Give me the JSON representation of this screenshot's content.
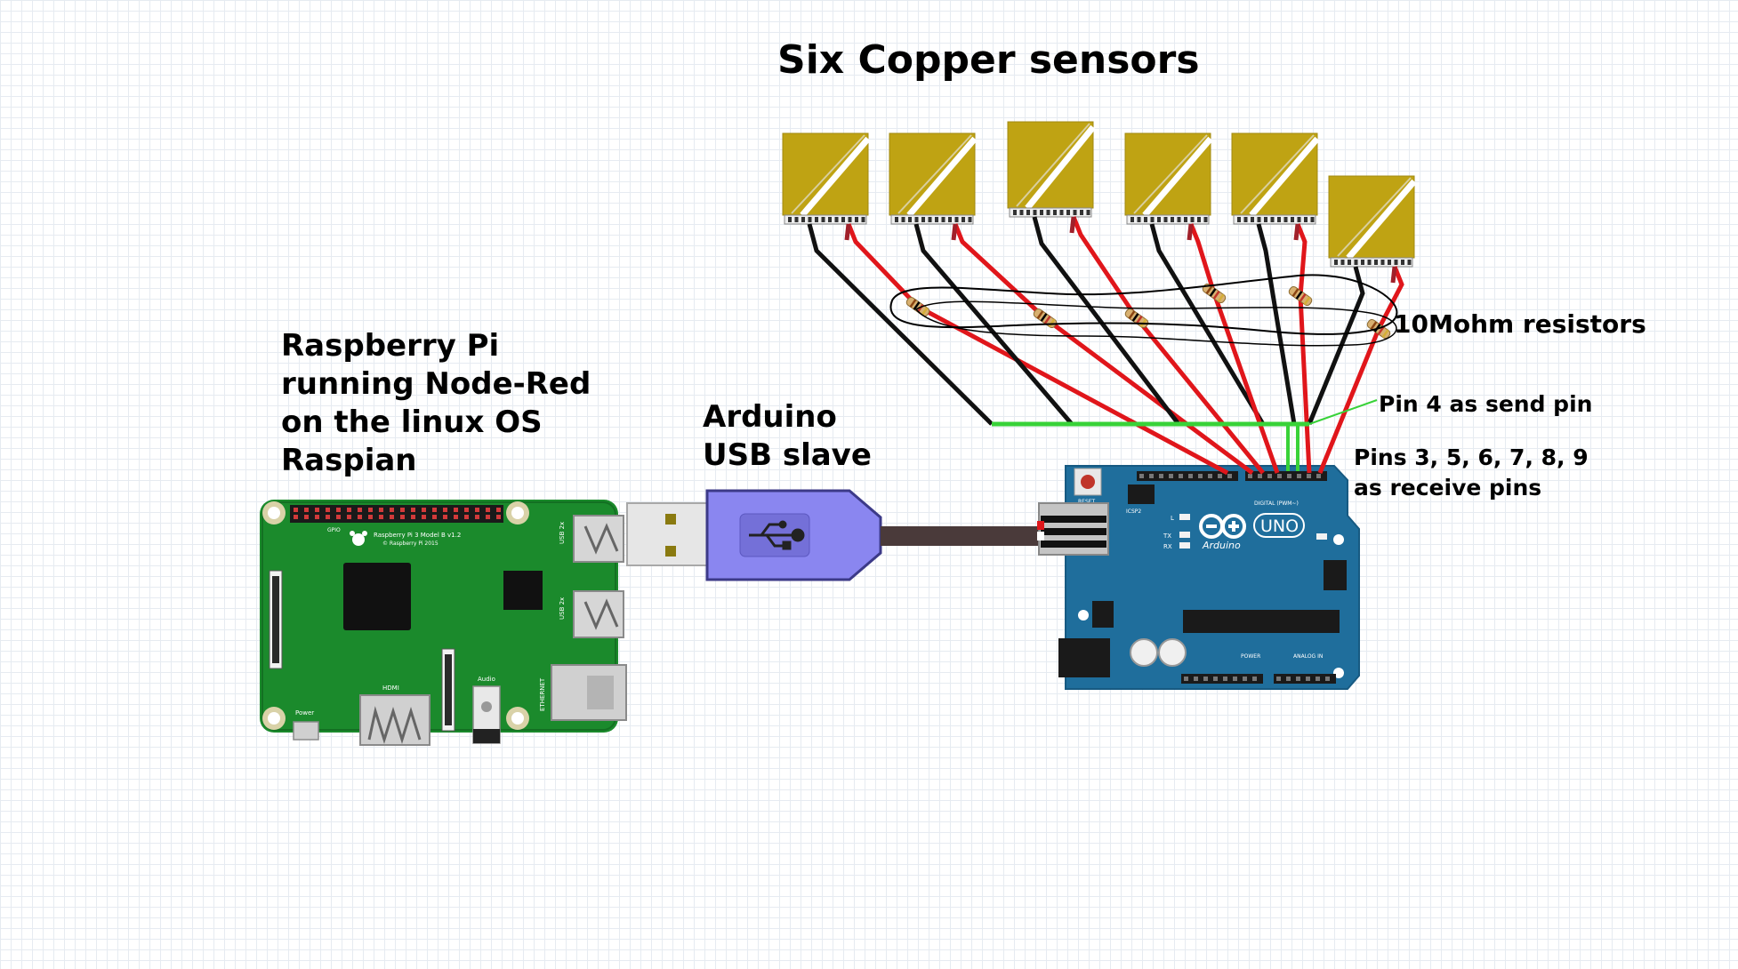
{
  "labels": {
    "title": "Six Copper sensors",
    "rpi_line1": "Raspberry Pi",
    "rpi_line2": "running Node-Red",
    "rpi_line3": "on the linux OS",
    "rpi_line4": "Raspian",
    "usb_line1": "Arduino",
    "usb_line2": "USB slave",
    "resistors": "10Mohm resistors",
    "send_pin": "Pin 4 as send pin",
    "receive_line1": "Pins 3, 5, 6, 7, 8, 9",
    "receive_line2": "as receive pins"
  },
  "board_text": {
    "rpi_model": "Raspberry Pi 3 Model B v1.2",
    "rpi_copyright": "© Raspberry Pi 2015",
    "hdmi": "HDMI",
    "power": "Power",
    "audio": "Audio",
    "ethernet": "ETHERNET",
    "usb_port": "USB 2x",
    "uno": "UNO",
    "arduino": "Arduino",
    "reset": "RESET",
    "digital": "DIGITAL (PWM~)",
    "power_header": "POWER",
    "analog": "ANALOG IN",
    "icsp": "ICSP2",
    "tx": "TX",
    "rx": "RX",
    "led_l": "L"
  },
  "colors": {
    "rpi_board": "#1b8a2c",
    "arduino_board": "#1f6e9c",
    "sensor_copper": "#bfa313",
    "usb_body": "#8a86f0",
    "wire_red": "#e0161b",
    "wire_black": "#111111",
    "wire_green": "#38d238"
  }
}
